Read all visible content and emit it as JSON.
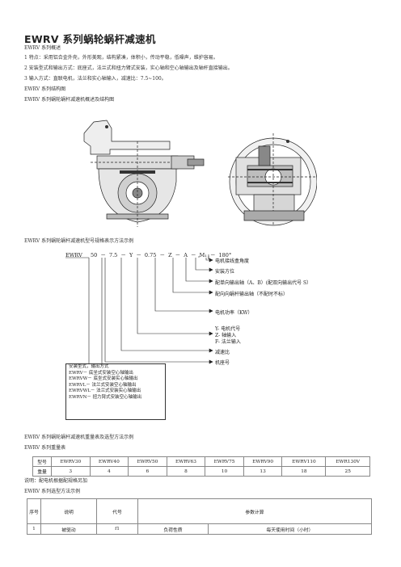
{
  "title": "EWRV 系列蜗轮蜗杆减速机",
  "intro": {
    "overview": "EWRV 系列概述",
    "p1": "1 特点：采用铝合金外壳，外形美观，结构紧凑，体积小，传动平稳，低噪声，维护容易。",
    "p2": "2 安装型式和输出方式：底座式，法兰式和扭力臂式安装，实心轴和空心轴输出及轴杆直接输出。",
    "p3": "3 输入方式：直联电机，法兰和实心轴输入，减速比：7.5~100。",
    "structure": "EWRV 系列结构图",
    "structure2": "EWRV 系列蜗轮蜗杆减速机概述及结构图"
  },
  "model_caption": "EWRV 系列蜗轮蜗杆减速机型号规格表示方法示例",
  "model_code": {
    "parts": [
      "EWRV",
      "50",
      "7.5",
      "Y",
      "0.75",
      "Z",
      "A",
      "M₁",
      "180°"
    ],
    "labels": {
      "terminal_angle": "电机接线盒角度",
      "mount_position": "安装方位",
      "single_output": "配单向输出轴（A、B）(配双向输出代号 S）",
      "bidirectional": "配向向蜗杆输出轴（不配时不标）",
      "motor_power": "电机功率（KW）",
      "motor_code": "Y- 电机代号",
      "z_input": "Z- 轴输入",
      "f_input": "F- 法兰输入",
      "ratio": "减速比",
      "frame": "机座号"
    },
    "mount_box": [
      "安装型式，输出方式",
      "EWRV－ 底坐式安装空心轴输出",
      "EWRVW－ 底坐式安装实心轴输出",
      "EWRVL－ 法兰式安装空心轴输出",
      "EWRVWL－ 法兰式安装实心轴输出",
      "EWRVN－ 扭力臂式安装空心轴输出"
    ]
  },
  "weight_section": {
    "caption": "EWRV 系列蜗轮蜗杆减速机重量表及选型方法示例",
    "table_title": "EWRV 系列重量表",
    "row_header_model": "型号",
    "row_header_weight": "重量",
    "models": [
      "EWRV30",
      "EWRV40",
      "EWRV50",
      "EWRV63",
      "EWRV75",
      "EWRV90",
      "EWRV110",
      "EWR130V"
    ],
    "weights": [
      "3",
      "4",
      "6",
      "8",
      "10",
      "13",
      "18",
      "25"
    ],
    "note": "说明：配电机根据配规格另加"
  },
  "selection": {
    "title": "EWRV 系列选型方法示例",
    "header": [
      "序号",
      "说明",
      "代号",
      "参数计算"
    ],
    "row1": [
      "1",
      "被驱动",
      "f1",
      "负荷性质",
      "每天使用时间（小时）"
    ]
  }
}
